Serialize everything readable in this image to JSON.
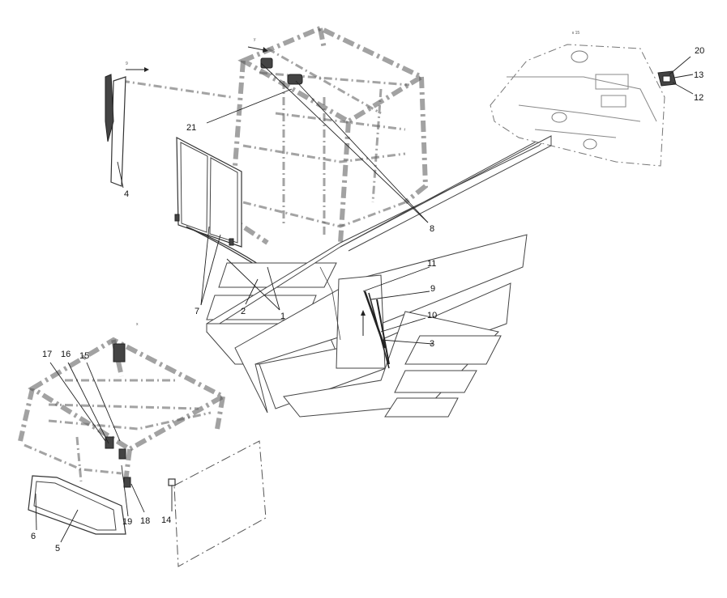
{
  "view_labels": {
    "view_a": "у",
    "view_b": "9",
    "view_c": "х",
    "view_d": "к 15"
  },
  "callouts": [
    {
      "id": "1",
      "text": "1"
    },
    {
      "id": "2",
      "text": "2"
    },
    {
      "id": "3",
      "text": "3"
    },
    {
      "id": "4",
      "text": "4"
    },
    {
      "id": "5",
      "text": "5"
    },
    {
      "id": "6",
      "text": "6"
    },
    {
      "id": "7",
      "text": "7"
    },
    {
      "id": "8",
      "text": "8"
    },
    {
      "id": "9",
      "text": "9"
    },
    {
      "id": "10",
      "text": "10"
    },
    {
      "id": "11",
      "text": "11"
    },
    {
      "id": "12",
      "text": "12"
    },
    {
      "id": "13",
      "text": "13"
    },
    {
      "id": "14",
      "text": "14"
    },
    {
      "id": "15",
      "text": "15"
    },
    {
      "id": "16",
      "text": "16"
    },
    {
      "id": "17",
      "text": "17"
    },
    {
      "id": "18",
      "text": "18"
    },
    {
      "id": "19",
      "text": "19"
    },
    {
      "id": "20",
      "text": "20"
    },
    {
      "id": "21",
      "text": "21"
    }
  ],
  "colors": {
    "line": "#333333",
    "background": "#ffffff"
  }
}
